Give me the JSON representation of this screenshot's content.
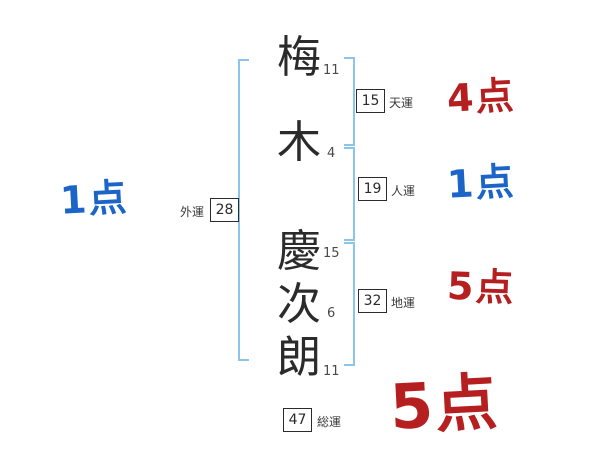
{
  "name_chars": [
    {
      "char": "梅",
      "strokes": "11"
    },
    {
      "char": "木",
      "strokes": "4"
    },
    {
      "char": "慶",
      "strokes": "15"
    },
    {
      "char": "次",
      "strokes": "6"
    },
    {
      "char": "朗",
      "strokes": "11"
    }
  ],
  "fortunes": {
    "tenun": {
      "label": "天運",
      "value": "15",
      "score": "4点"
    },
    "jinun": {
      "label": "人運",
      "value": "19",
      "score": "1点"
    },
    "chiun": {
      "label": "地運",
      "value": "32",
      "score": "5点"
    },
    "gaiun": {
      "label": "外運",
      "value": "28",
      "score": "1点"
    },
    "soun": {
      "label": "総運",
      "value": "47",
      "score": "5点"
    }
  },
  "colors": {
    "score_red": "#b51f1f",
    "score_blue": "#1b64c8",
    "bracket_blue": "#8cc5ea",
    "ink": "#2b2b2b"
  }
}
